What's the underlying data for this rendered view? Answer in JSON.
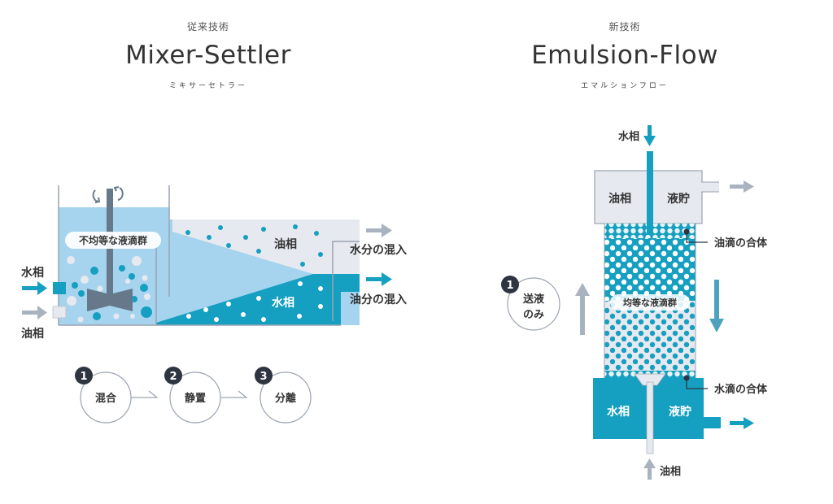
{
  "colors": {
    "water": "#159fc0",
    "light_blue": "#a6d4ee",
    "oil_gray": "#e6e9ef",
    "frame": "#9aa3b0",
    "dark": "#2e3440",
    "impeller": "#66788a",
    "arrow_gray": "#a9b2bf",
    "text": "#333333"
  },
  "left": {
    "kicker": "従来技術",
    "title": "Mixer-Settler",
    "subtitle": "ミキサーセトラー",
    "inlet_water_label": "水相",
    "inlet_oil_label": "油相",
    "droplet_badge": "不均等な液滴群",
    "oil_phase_label": "油相",
    "water_phase_label": "水相",
    "outlet_oil_note": "水分の混入",
    "outlet_water_note": "油分の混入",
    "steps": [
      {
        "number": "1",
        "label": "混合"
      },
      {
        "number": "2",
        "label": "静置"
      },
      {
        "number": "3",
        "label": "分離"
      }
    ],
    "icons": [
      "rotate-icon",
      "impeller-icon",
      "arrow-right-icon"
    ]
  },
  "right": {
    "kicker": "新技術",
    "title": "Emulsion-Flow",
    "subtitle": "エマルションフロー",
    "water_inlet_label": "水相",
    "top_chamber_left": "油相",
    "top_chamber_right": "液貯",
    "oil_coalesce_label": "油滴の合体",
    "droplet_badge": "均等な液滴群",
    "water_coalesce_label": "水滴の合体",
    "bottom_chamber_left": "水相",
    "bottom_chamber_right": "液貯",
    "oil_inlet_label": "油相",
    "step": {
      "number": "1",
      "label_line1": "送液",
      "label_line2": "のみ"
    },
    "icons": [
      "arrow-up-icon",
      "arrow-down-icon",
      "arrow-right-icon"
    ]
  }
}
